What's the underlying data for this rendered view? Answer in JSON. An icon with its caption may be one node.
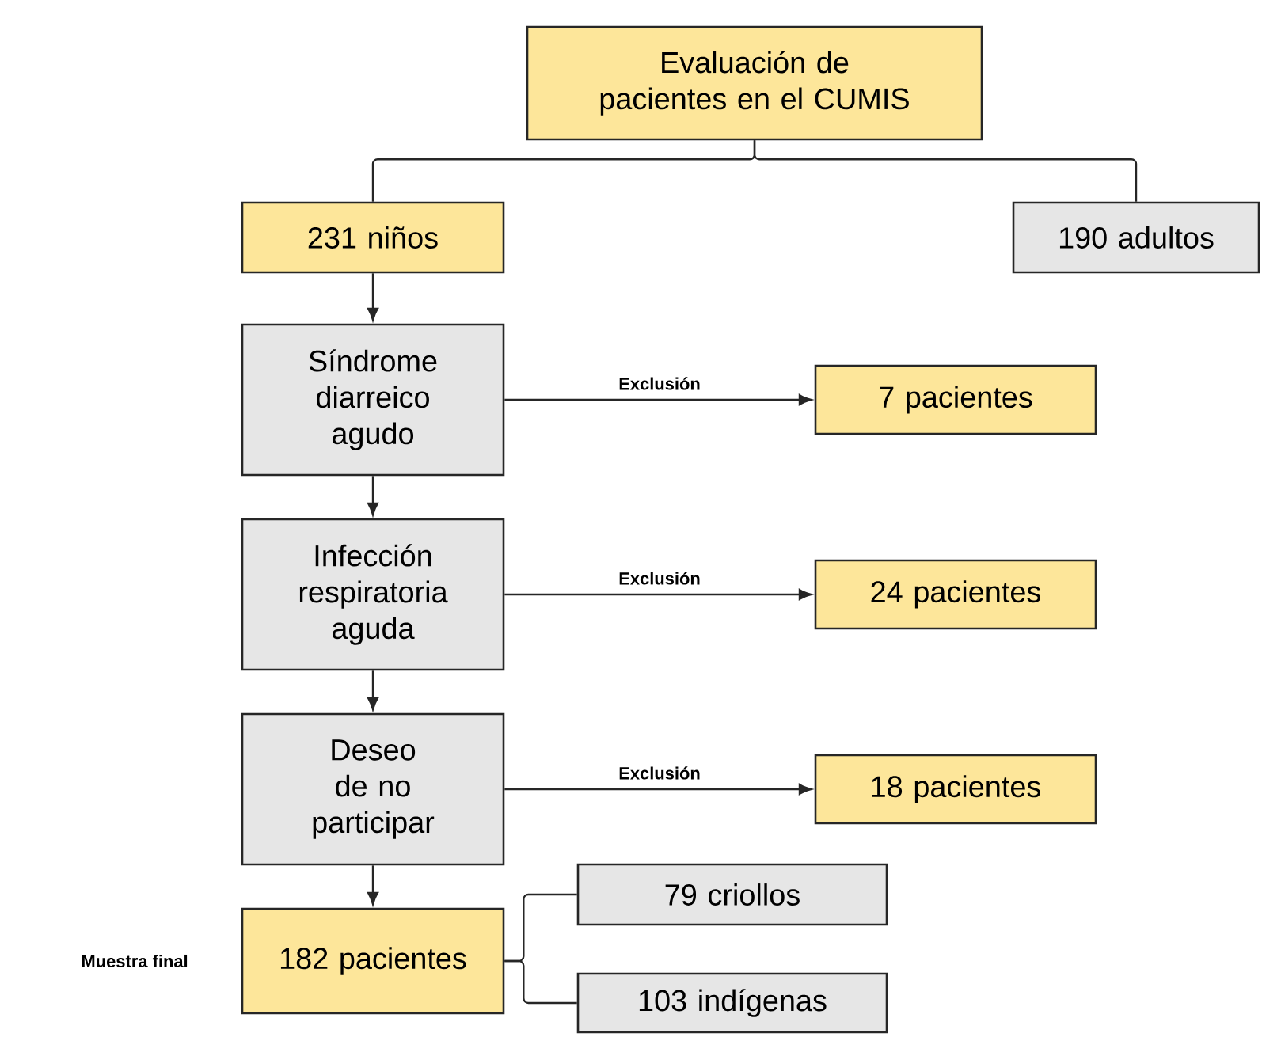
{
  "diagram": {
    "nodes": [
      {
        "text": [
          "Evaluación de pacientes en el CUMIS"
        ]
      },
      {
        "text": [
          "231 niños"
        ]
      },
      {
        "text": [
          "190 adultos"
        ]
      },
      {
        "text": [
          "Síndrome diarreico agudo"
        ]
      },
      {
        "text": [
          "7 pacientes"
        ]
      },
      {
        "text": [
          "Infección respiratoria aguda"
        ]
      },
      {
        "text": [
          "24 pacientes"
        ]
      },
      {
        "text": [
          "Deseo de no participar"
        ]
      },
      {
        "text": [
          "18 pacientes"
        ]
      },
      {
        "text": [
          "182 pacientes"
        ],
        "beside": [
          "Muestra final"
        ]
      },
      {
        "text": [
          "79 criollos"
        ]
      },
      {
        "text": [
          "103 indígenas"
        ]
      }
    ],
    "edges": [
      {
        "from": 0,
        "to": 1,
        "arrow": "none"
      },
      {
        "from": 0,
        "to": 2,
        "arrow": "none"
      },
      {
        "from": 1,
        "to": 3,
        "arrow": "to"
      },
      {
        "from": 3,
        "to": 4,
        "arrow": "to",
        "label": "Exclusión"
      },
      {
        "from": 3,
        "to": 5,
        "arrow": "to"
      },
      {
        "from": 5,
        "to": 6,
        "arrow": "to",
        "label": "Exclusión"
      },
      {
        "from": 5,
        "to": 7,
        "arrow": "to"
      },
      {
        "from": 7,
        "to": 8,
        "arrow": "to",
        "label": "Exclusión"
      },
      {
        "from": 7,
        "to": 9,
        "arrow": "to"
      },
      {
        "from": 9,
        "to": 10,
        "arrow": "none"
      },
      {
        "from": 9,
        "to": 11,
        "arrow": "none"
      }
    ]
  }
}
